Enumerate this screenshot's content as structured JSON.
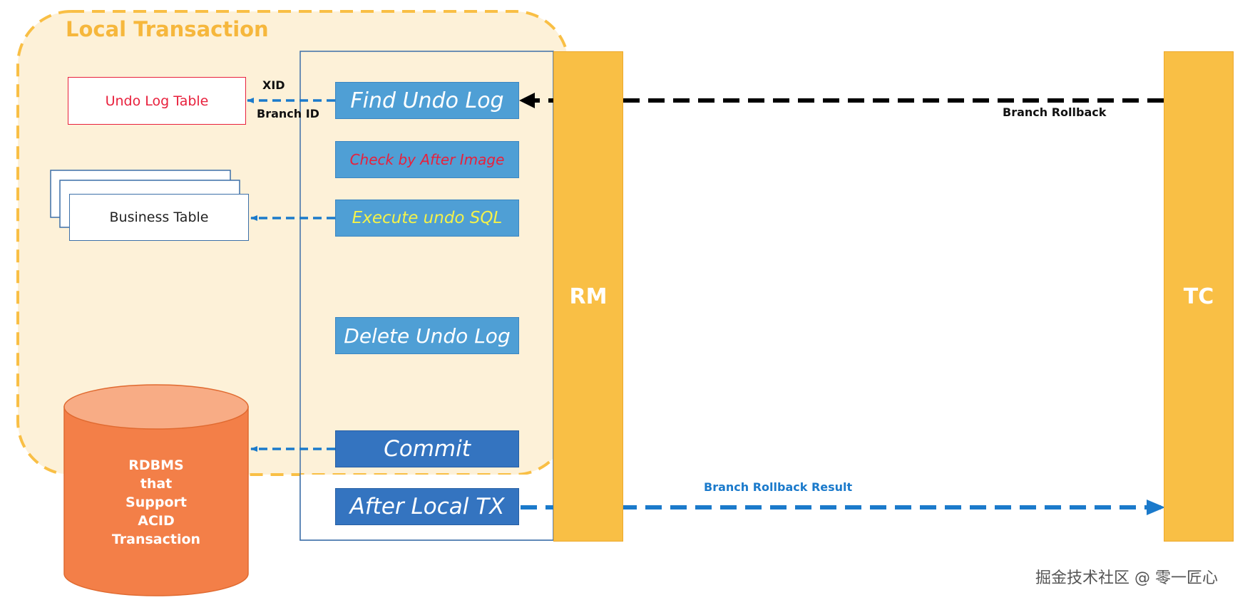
{
  "local_transaction": {
    "title": "Local Transaction"
  },
  "lifelines": {
    "rm": "RM",
    "tc": "TC"
  },
  "steps": {
    "find_undo_log": "Find Undo Log",
    "check_after_image": "Check by After Image",
    "execute_undo_sql": "Execute undo SQL",
    "delete_undo_log": "Delete Undo Log",
    "commit": "Commit",
    "after_local_tx": "After Local TX"
  },
  "tables": {
    "undo_log_table": "Undo Log Table",
    "business_table": "Business Table"
  },
  "database": {
    "label": "RDBMS\nthat\nSupport\nACID\nTransaction"
  },
  "arrow_labels": {
    "xid": "XID",
    "branch_id": "Branch ID",
    "branch_rollback": "Branch Rollback",
    "branch_rollback_result": "Branch Rollback Result"
  },
  "watermark": "掘金技术社区 @ 零一匠心",
  "colors": {
    "local_tx_fill": "#fdf1d8",
    "local_tx_border": "#f9bf45",
    "lifeline": "#f9bf45",
    "step_light": "#4f9fd5",
    "step_dark": "#3474c0",
    "database": "#f37f48",
    "database_top": "#f8ac85",
    "arrow_blue": "#1b7acb",
    "arrow_black": "#000000",
    "undo_log_border": "#e8203c"
  }
}
